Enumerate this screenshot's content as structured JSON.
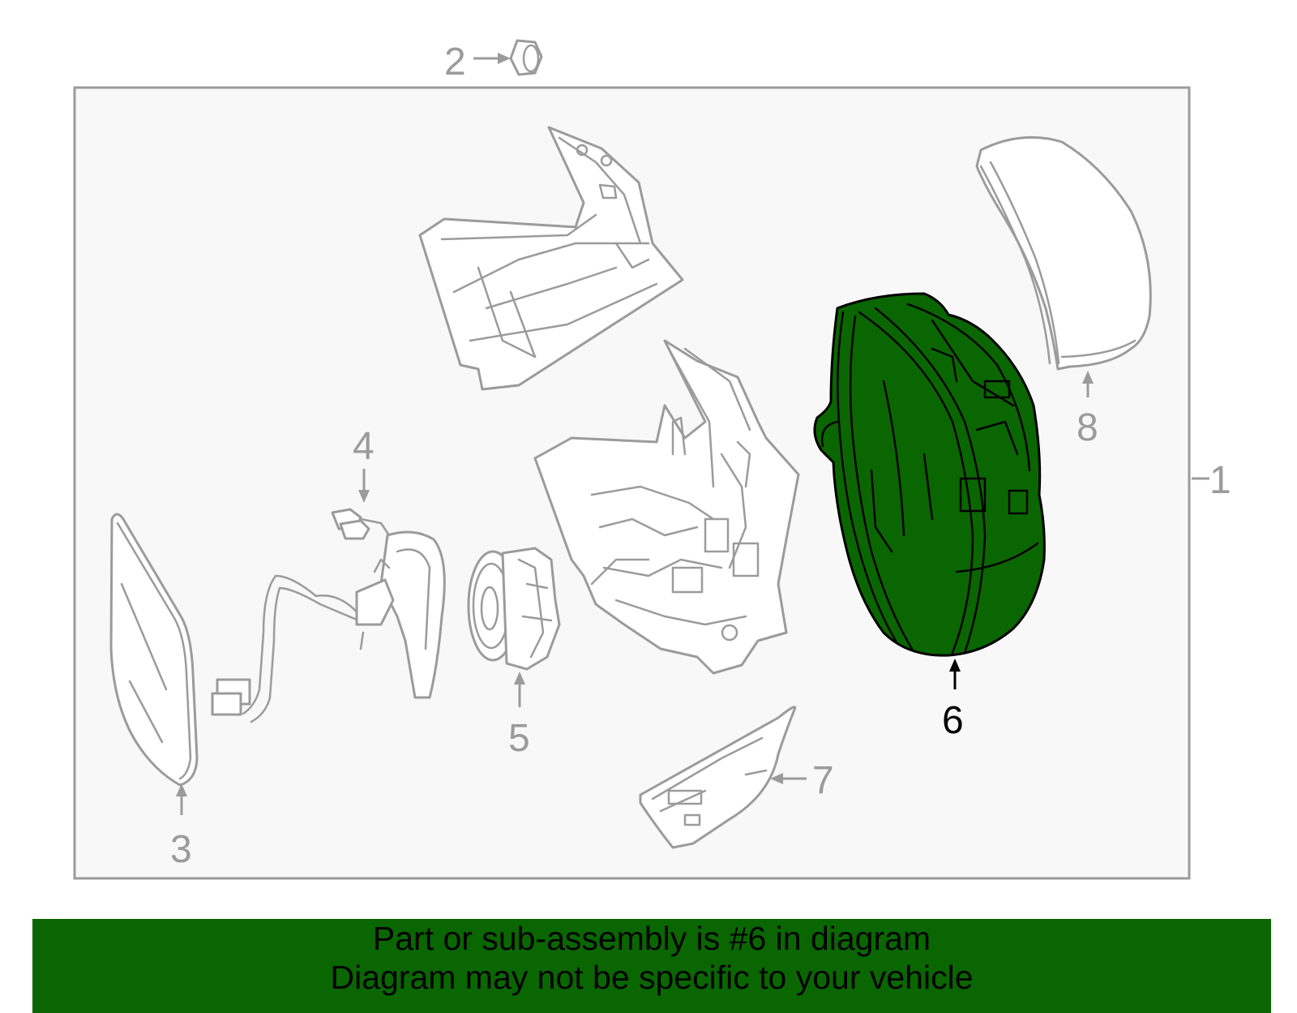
{
  "diagram": {
    "callouts": {
      "c1": "1",
      "c2": "2",
      "c3": "3",
      "c4": "4",
      "c5": "5",
      "c6": "6",
      "c7": "7",
      "c8": "8"
    },
    "highlighted_part": "6",
    "colors": {
      "highlight": "#0a6600",
      "frame": "#9b9b9b",
      "frame_fill": "#f8f8f8",
      "banner": "#0a6600"
    }
  },
  "banner": {
    "line1": "Part or sub-assembly is #6 in diagram",
    "line2": "Diagram may not be specific to your vehicle"
  }
}
